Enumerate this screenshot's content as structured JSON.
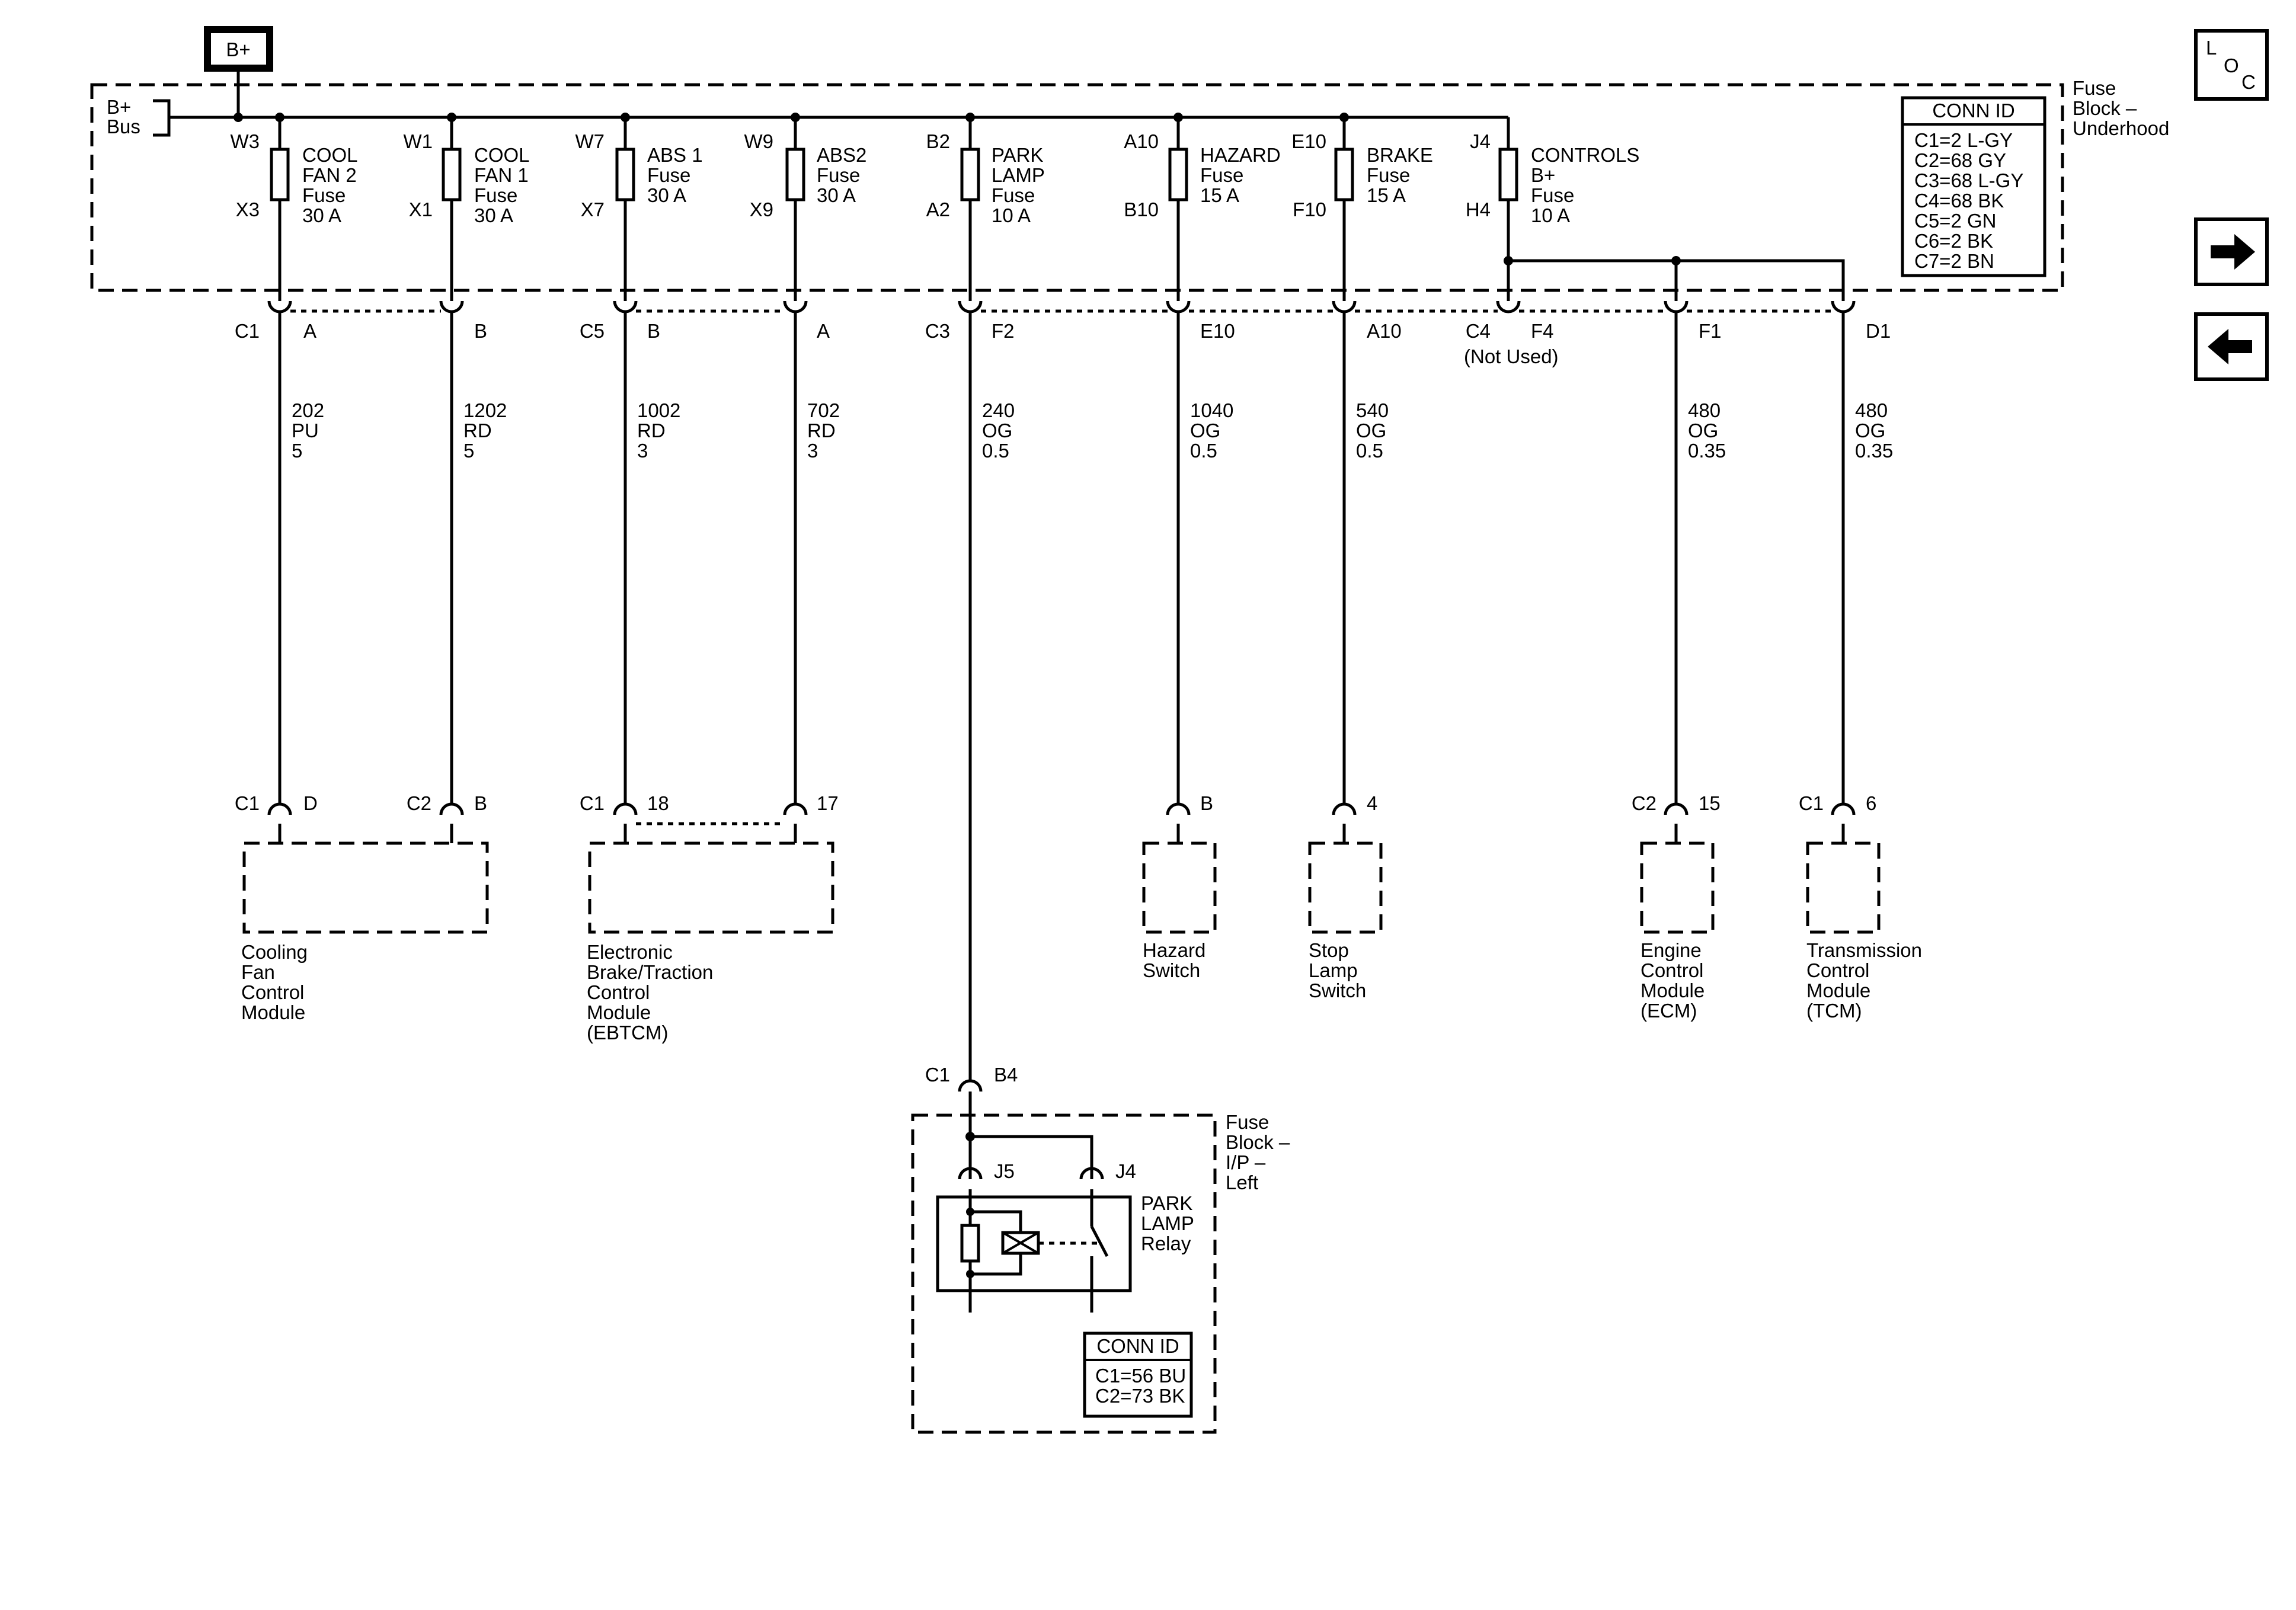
{
  "bplus_box": "B+",
  "bus_label": [
    "B+",
    "Bus"
  ],
  "fuse_block_underhood": [
    "Fuse",
    "Block –",
    "Underhood"
  ],
  "conn_id_underhood": {
    "title": "CONN ID",
    "rows": [
      "C1=2 L-GY",
      "C2=68 GY",
      "C3=68 L-GY",
      "C4=68 BK",
      "C5=2 GN",
      "C6=2 BK",
      "C7=2 BN"
    ]
  },
  "fuses": [
    {
      "top_pin": "W3",
      "bottom_pin": "X3",
      "name": [
        "COOL",
        "FAN 2",
        "Fuse",
        "30 A"
      ]
    },
    {
      "top_pin": "W1",
      "bottom_pin": "X1",
      "name": [
        "COOL",
        "FAN 1",
        "Fuse",
        "30 A"
      ]
    },
    {
      "top_pin": "W7",
      "bottom_pin": "X7",
      "name": [
        "ABS 1",
        "Fuse",
        "30 A"
      ]
    },
    {
      "top_pin": "W9",
      "bottom_pin": "X9",
      "name": [
        "ABS2",
        "Fuse",
        "30 A"
      ]
    },
    {
      "top_pin": "B2",
      "bottom_pin": "A2",
      "name": [
        "PARK",
        "LAMP",
        "Fuse",
        "10 A"
      ]
    },
    {
      "top_pin": "A10",
      "bottom_pin": "B10",
      "name": [
        "HAZARD",
        "Fuse",
        "15 A"
      ]
    },
    {
      "top_pin": "E10",
      "bottom_pin": "F10",
      "name": [
        "BRAKE",
        "Fuse",
        "15 A"
      ]
    },
    {
      "top_pin": "J4",
      "bottom_pin": "H4",
      "name": [
        "CONTROLS",
        "B+",
        "Fuse",
        "10 A"
      ]
    }
  ],
  "fuse_block_terminals": [
    {
      "conn": "C1",
      "pin": "A"
    },
    {
      "conn": "",
      "pin": "B"
    },
    {
      "conn": "C5",
      "pin": "B"
    },
    {
      "conn": "",
      "pin": "A"
    },
    {
      "conn": "C3",
      "pin": "F2"
    },
    {
      "conn": "",
      "pin": "E10"
    },
    {
      "conn": "",
      "pin": "A10"
    },
    {
      "conn": "C4",
      "pin": "F4",
      "note": "(Not Used)"
    },
    {
      "conn": "",
      "pin": "F1"
    },
    {
      "conn": "",
      "pin": "D1"
    }
  ],
  "wires": [
    {
      "circuit": "202",
      "color": "PU",
      "size": "5"
    },
    {
      "circuit": "1202",
      "color": "RD",
      "size": "5"
    },
    {
      "circuit": "1002",
      "color": "RD",
      "size": "3"
    },
    {
      "circuit": "702",
      "color": "RD",
      "size": "3"
    },
    {
      "circuit": "240",
      "color": "OG",
      "size": "0.5"
    },
    {
      "circuit": "1040",
      "color": "OG",
      "size": "0.5"
    },
    {
      "circuit": "540",
      "color": "OG",
      "size": "0.5"
    },
    {
      "circuit": "480",
      "color": "OG",
      "size": "0.35"
    },
    {
      "circuit": "480",
      "color": "OG",
      "size": "0.35"
    }
  ],
  "component_terminals": [
    {
      "conn": "C1",
      "pin": "D"
    },
    {
      "conn": "C2",
      "pin": "B"
    },
    {
      "conn": "C1",
      "pin": "18"
    },
    {
      "conn": "",
      "pin": "17"
    },
    {
      "conn": "",
      "pin": "B"
    },
    {
      "conn": "",
      "pin": "4"
    },
    {
      "conn": "C2",
      "pin": "15"
    },
    {
      "conn": "C1",
      "pin": "6"
    }
  ],
  "components": [
    {
      "name": [
        "Cooling",
        "Fan",
        "Control",
        "Module"
      ]
    },
    {
      "name": [
        "Electronic",
        "Brake/Traction",
        "Control",
        "Module",
        "(EBTCM)"
      ]
    },
    {
      "name": [
        "Hazard",
        "Switch"
      ]
    },
    {
      "name": [
        "Stop",
        "Lamp",
        "Switch"
      ]
    },
    {
      "name": [
        "Engine",
        "Control",
        "Module",
        "(ECM)"
      ]
    },
    {
      "name": [
        "Transmission",
        "Control",
        "Module",
        "(TCM)"
      ]
    }
  ],
  "ip_connector": {
    "conn": "C1",
    "pin": "B4"
  },
  "fuse_block_ip": [
    "Fuse",
    "Block –",
    "I/P –",
    "Left"
  ],
  "relay": {
    "pin_left": "J5",
    "pin_right": "J4",
    "name": [
      "PARK",
      "LAMP",
      "Relay"
    ]
  },
  "conn_id_ip": {
    "title": "CONN ID",
    "rows": [
      "C1=56 BU",
      "C2=73 BK"
    ]
  },
  "nav": {
    "loc_letters": [
      "L",
      "O",
      "C"
    ],
    "next_icon": "arrow-right-icon",
    "prev_icon": "arrow-left-icon"
  }
}
